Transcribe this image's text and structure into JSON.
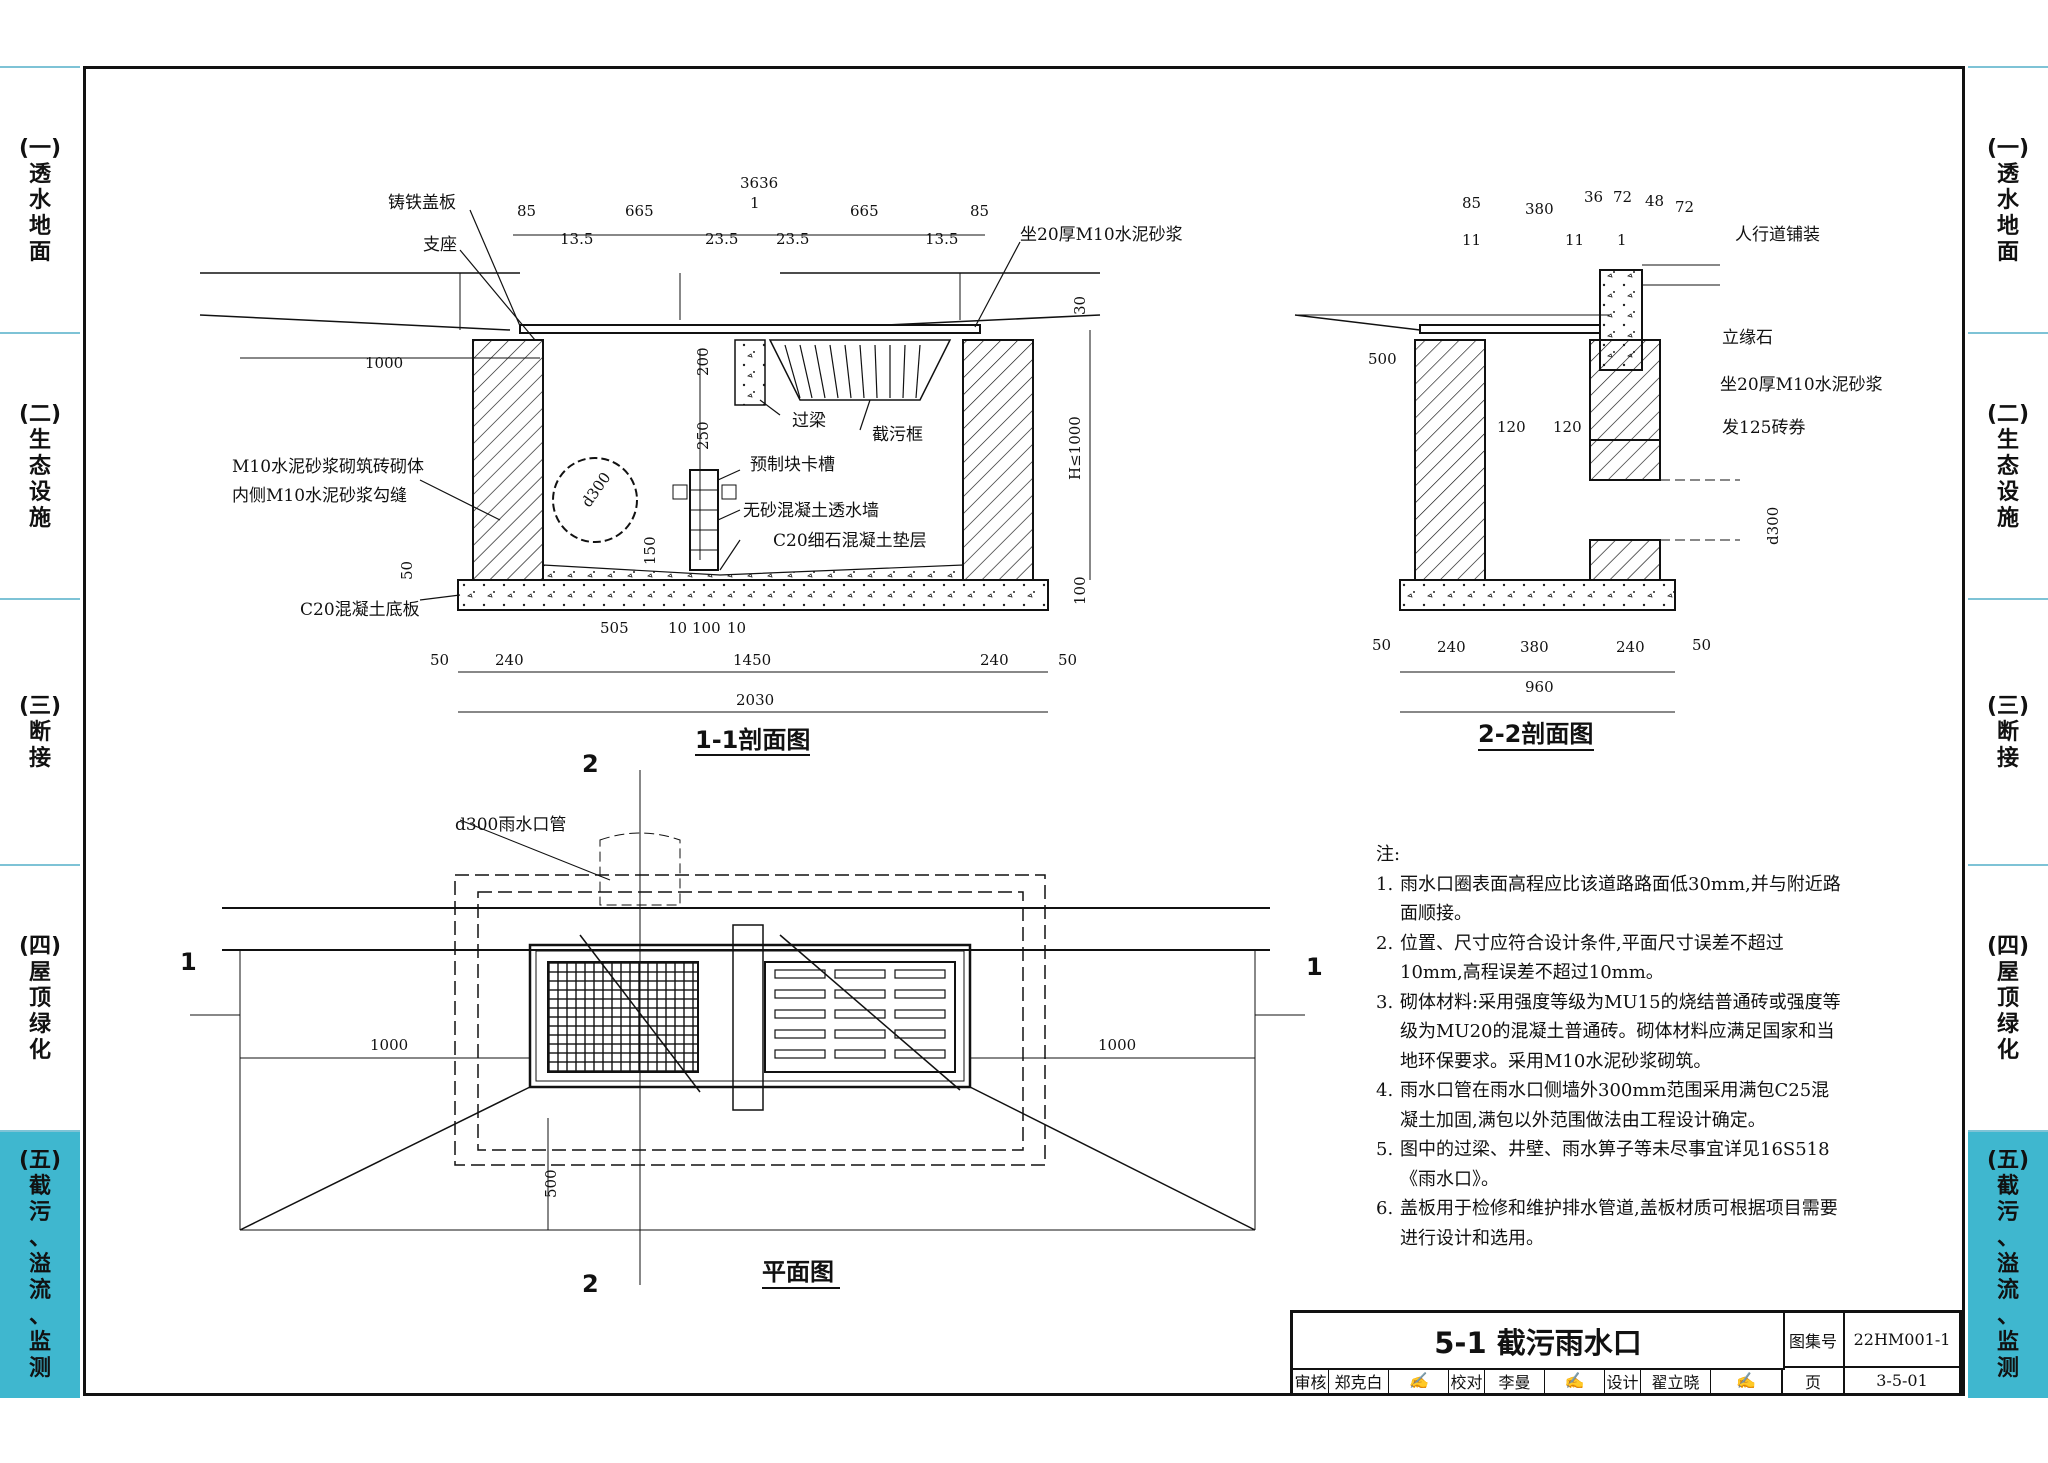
{
  "side_tabs": [
    {
      "label": "(一)透水地面",
      "chars": [
        "(一)",
        "透",
        "水",
        "地",
        "面"
      ],
      "active": false
    },
    {
      "label": "(二)生态设施",
      "chars": [
        "(二)",
        "生",
        "态",
        "设",
        "施"
      ],
      "active": false
    },
    {
      "label": "(三)断接",
      "chars": [
        "(三)",
        "断",
        "接"
      ],
      "active": false
    },
    {
      "label": "(四)屋顶绿化",
      "chars": [
        "(四)",
        "屋",
        "顶",
        "绿",
        "化"
      ],
      "active": false
    },
    {
      "label": "(五)截污、溢流、监测",
      "chars": [
        "(五)",
        "截",
        "污",
        "、",
        "溢",
        "流",
        "、",
        "监",
        "测"
      ],
      "active": true
    }
  ],
  "section11": {
    "caption": "1-1剖面图",
    "labels": {
      "cover": "铸铁盖板",
      "support": "支座",
      "mortar": "坐20厚M10水泥砂浆",
      "wall1": "M10水泥砂浆砌筑砖砌体",
      "wall2": "内侧M10水泥砂浆勾缝",
      "beam": "过梁",
      "frame": "截污框",
      "slot": "预制块卡槽",
      "permeable": "无砂混凝土透水墙",
      "cushion": "C20细石混凝土垫层",
      "base": "C20混凝土底板",
      "pipe": "d300",
      "height": "H≤1000"
    },
    "dims_top": [
      "85",
      "665",
      "3636",
      "1",
      "665",
      "85"
    ],
    "dims_top2": [
      "13.5",
      "23.5",
      "23.5",
      "13.5"
    ],
    "dims_side": [
      "1000",
      "200",
      "250",
      "150",
      "50",
      "30",
      "100"
    ],
    "dims_bottom1": [
      "50",
      "240",
      "505",
      "10",
      "100",
      "10",
      "1450",
      "240",
      "50"
    ],
    "dims_bottom2": "2030"
  },
  "section22": {
    "caption": "2-2剖面图",
    "labels": {
      "paving": "人行道铺装",
      "curb": "立缘石",
      "mortar": "坐20厚M10水泥砂浆",
      "arch": "发125砖券",
      "pipe": "d300"
    },
    "dims_top": [
      "85",
      "380",
      "36",
      "72",
      "48",
      "72"
    ],
    "dims_top2": [
      "11",
      "11",
      "1"
    ],
    "dims_side": [
      "500",
      "120",
      "120"
    ],
    "dims_bottom1": [
      "50",
      "240",
      "380",
      "240",
      "50"
    ],
    "dims_bottom2": "960"
  },
  "plan": {
    "caption": "平面图",
    "pipe_label": "d300雨水口管",
    "dims": [
      "1000",
      "1000",
      "500"
    ],
    "cut_marks": [
      "2",
      "2",
      "1",
      "1"
    ]
  },
  "notes": {
    "heading": "注:",
    "items": [
      "雨水口圈表面高程应比该道路路面低30mm,并与附近路面顺接。",
      "位置、尺寸应符合设计条件,平面尺寸误差不超过10mm,高程误差不超过10mm。",
      "砌体材料:采用强度等级为MU15的烧结普通砖或强度等级为MU20的混凝土普通砖。砌体材料应满足国家和当地环保要求。采用M10水泥砂浆砌筑。",
      "雨水口管在雨水口侧墙外300mm范围采用满包C25混凝土加固,满包以外范围做法由工程设计确定。",
      "图中的过梁、井壁、雨水箅子等未尽事宜详见16S518《雨水口》。",
      "盖板用于检修和维护排水管道,盖板材质可根据项目需要进行设计和选用。"
    ]
  },
  "title_block": {
    "title": "5-1 截污雨水口",
    "atlas_label": "图集号",
    "atlas_no": "22HM001-1",
    "page_label": "页",
    "page_no": "3-5-01",
    "review_label": "审核",
    "reviewer": "郑克白",
    "check_label": "校对",
    "checker": "李曼",
    "design_label": "设计",
    "designer": "翟立晓"
  }
}
